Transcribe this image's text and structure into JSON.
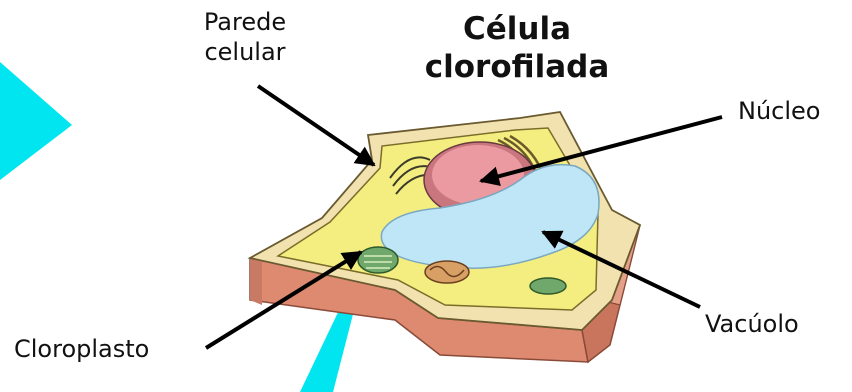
{
  "title": {
    "line1": "Célula",
    "line2": "clorofilada"
  },
  "labels": {
    "wall_line1": "Parede",
    "wall_line2": "celular",
    "nucleus": "Núcleo",
    "vacuole": "Vacúolo",
    "chloroplast": "Cloroplasto"
  },
  "colors": {
    "cyan_shapes": "#00e5f0",
    "cell_wall": "#f2e2b0",
    "cell_side": "#dd8a70",
    "cytoplasm": "#f4ee80",
    "nucleus": "#ea9aa0",
    "vacuole": "#bfe6f7",
    "arrows": "#000000"
  }
}
